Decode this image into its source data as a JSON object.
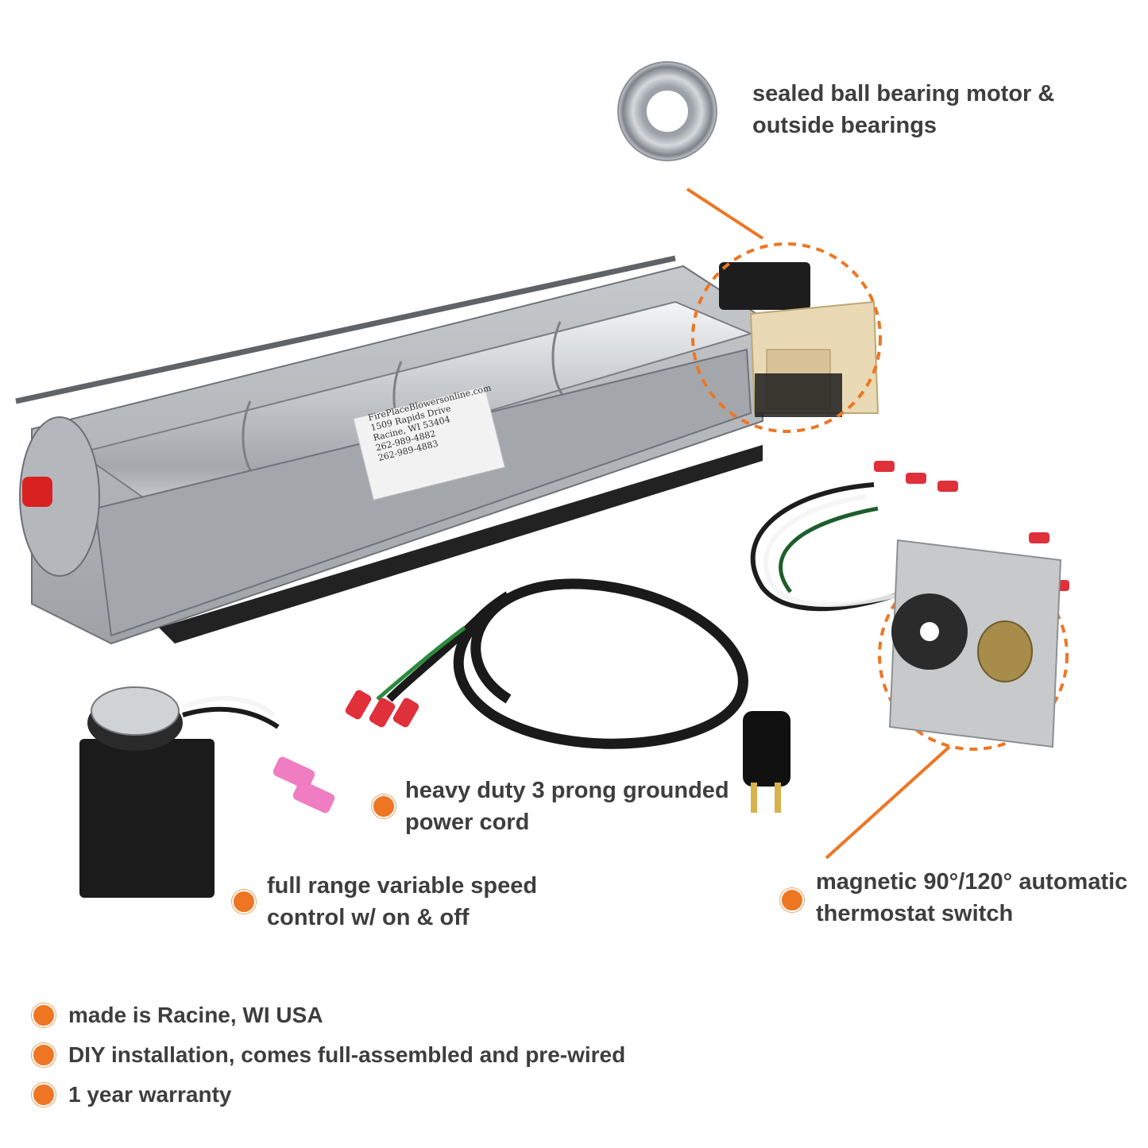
{
  "accent_color": "#ee7623",
  "callouts": {
    "bearing": {
      "line1": "sealed ball bearing motor &",
      "line2": "outside bearings",
      "icon": "ball-bearing-icon"
    },
    "cord": {
      "line1": "heavy duty 3 prong grounded",
      "line2": "power cord"
    },
    "speed": {
      "line1": "full range variable speed",
      "line2": "control w/ on & off"
    },
    "thermostat": {
      "line1": "magnetic 90°/120° automatic",
      "line2": "thermostat switch"
    }
  },
  "blower_label": {
    "line1": "FirePlaceBlowersonline.com",
    "line2": "1509 Rapids Drive",
    "line3": "Racine, WI 53404",
    "line4": "262-989-4882",
    "line5": "262-989-4883"
  },
  "features": [
    "made is Racine, WI USA",
    "DIY installation, comes full-assembled and pre-wired",
    "1 year warranty"
  ]
}
